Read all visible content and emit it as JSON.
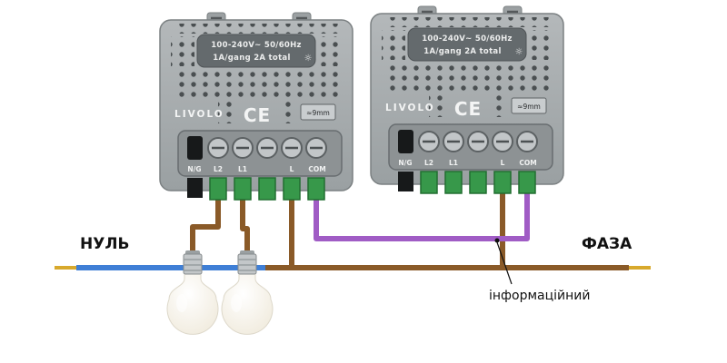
{
  "labels": {
    "neutral": "НУЛЬ",
    "phase": "ФАЗА",
    "signal": "інформаційний"
  },
  "icons": {
    "sun": "☼"
  },
  "modules": [
    {
      "brand": "LIVOLO",
      "rating_line1": "100-240V~ 50/60Hz",
      "rating_line2": "1A/gang 2A total",
      "certification": "CE",
      "gap_note": "≈9mm",
      "terminals": [
        "N/G",
        "L2",
        "L1",
        "L",
        "COM"
      ]
    },
    {
      "brand": "LIVOLO",
      "rating_line1": "100-240V~ 50/60Hz",
      "rating_line2": "1A/gang 2A total",
      "certification": "CE",
      "gap_note": "≈9mm",
      "terminals": [
        "N/G",
        "L2",
        "L1",
        "L",
        "COM"
      ]
    }
  ],
  "colors": {
    "neutral_wire": "#3f7fd6",
    "phase_wire": "#8a5a28",
    "signal_wire": "#a05cc5",
    "wire_tip": "#d8a92c"
  }
}
